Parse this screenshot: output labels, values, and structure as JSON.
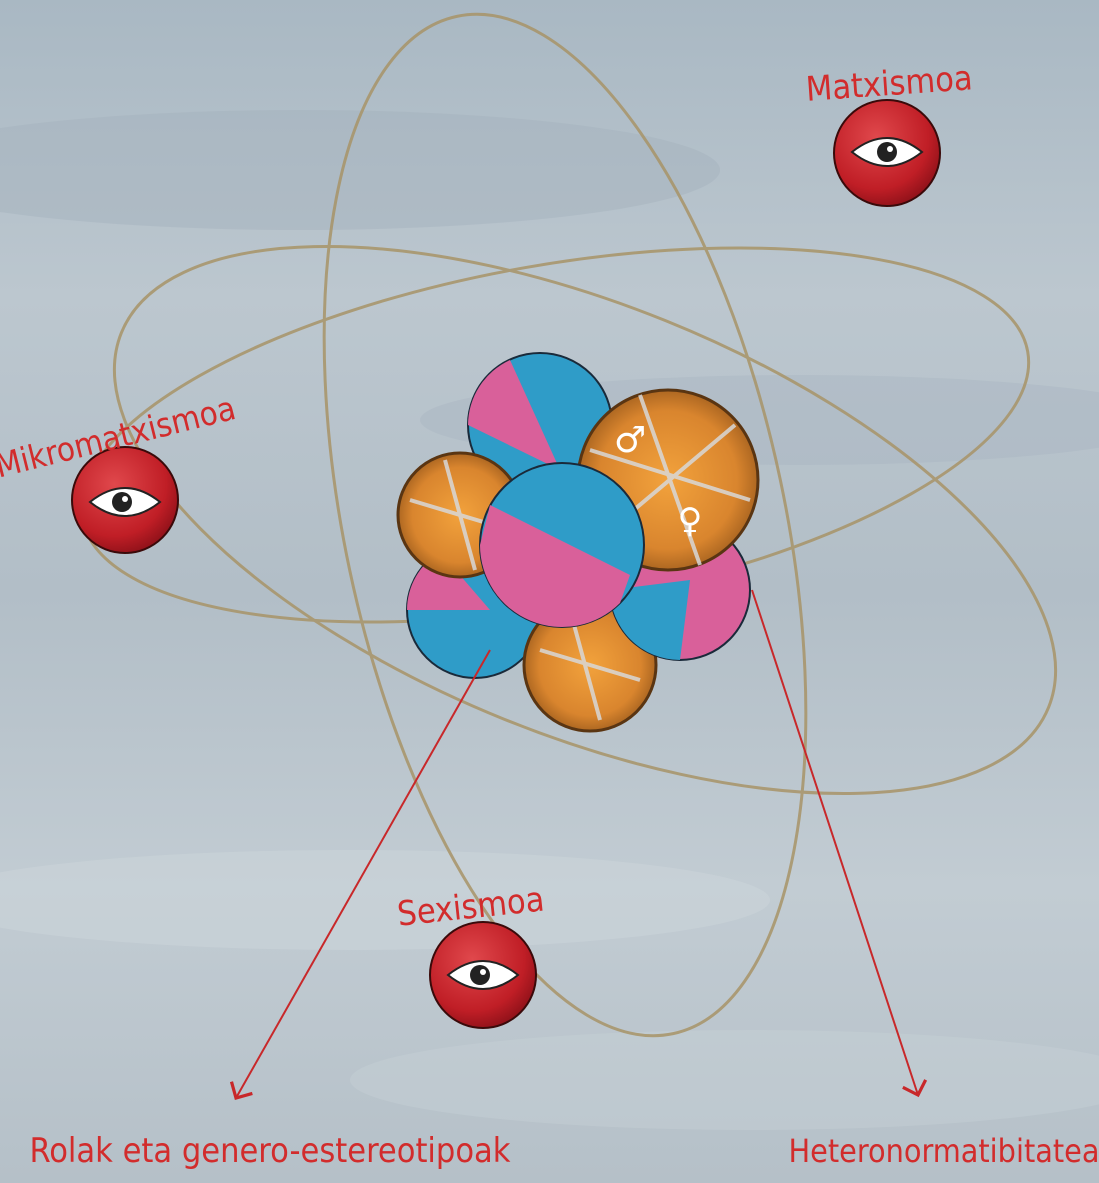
{
  "electrons": {
    "top_right": "Matxismoa",
    "left": "Mikromatxismoa",
    "bottom": "Sexismoa"
  },
  "callouts": {
    "left": "Rolak eta genero-estereotipoak",
    "right": "Heteronormatibitatea"
  },
  "nucleus_symbols": {
    "male": "♂",
    "female": "♀"
  },
  "colors": {
    "background": "#b9c4cc",
    "orbit": "#a89468",
    "label_red": "#d22c2c",
    "electron_red": "#c8202a",
    "proton_blue": "#2f9cc8",
    "proton_pink": "#d9609a",
    "neutron_orange": "#d9852e"
  }
}
